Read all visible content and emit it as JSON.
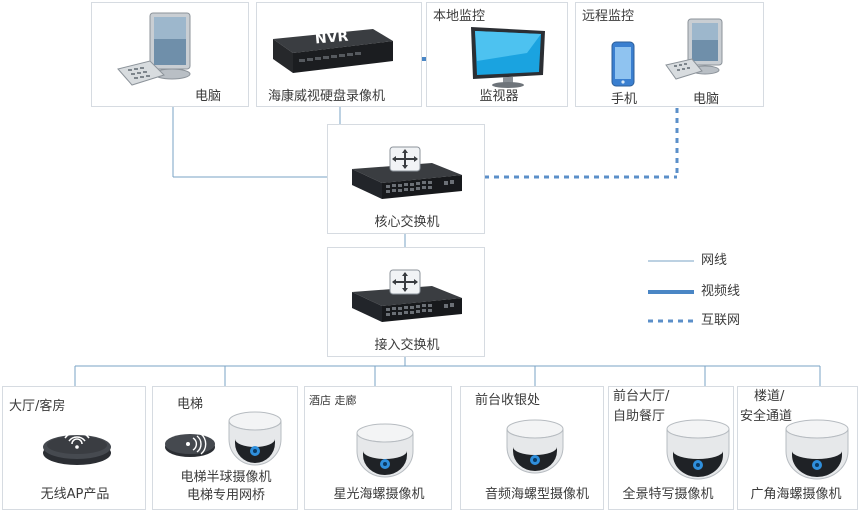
{
  "top": {
    "pc_left": {
      "label": "电脑"
    },
    "nvr": {
      "label": "海康威视硬盘录像机",
      "badge": "NVR"
    },
    "local": {
      "title": "本地监控",
      "monitor_label": "监视器"
    },
    "remote": {
      "title": "远程监控",
      "phone_label": "手机",
      "pc_label": "电脑"
    }
  },
  "core_switch": {
    "label": "核心交换机"
  },
  "access_switch": {
    "label": "接入交换机"
  },
  "legend": [
    {
      "label": "网线",
      "style": "thin"
    },
    {
      "label": "视频线",
      "style": "thick"
    },
    {
      "label": "互联网",
      "style": "dashed"
    }
  ],
  "zones": [
    {
      "title": "大厅/客房",
      "caption": "无线AP产品"
    },
    {
      "title": "电梯",
      "caption_line1": "电梯半球摄像机",
      "caption_line2": "电梯专用网桥"
    },
    {
      "title": "酒店 走廊",
      "caption": "星光海螺摄像机"
    },
    {
      "title": "前台收银处",
      "caption": "音频海螺型摄像机"
    },
    {
      "title_line1": "前台大厅/",
      "title_line2": "自助餐厅",
      "caption": "全景特写摄像机"
    },
    {
      "title_line1": "楼道/",
      "title_line2": "安全通道",
      "caption": "广角海螺摄像机"
    }
  ],
  "colors": {
    "wire": "#5b8fb9",
    "video": "#4a86c5",
    "internet": "#5b8fc9",
    "border": "#d6dbe1"
  }
}
